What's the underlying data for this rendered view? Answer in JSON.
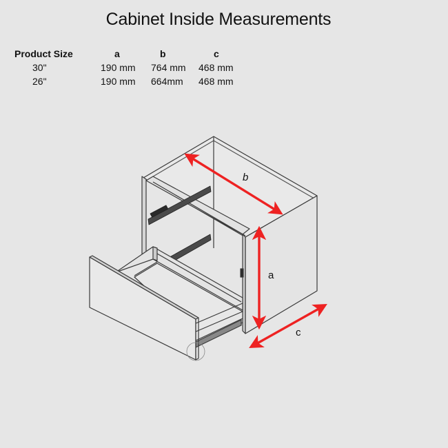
{
  "title": "Cabinet Inside Measurements",
  "table": {
    "headers": {
      "product_size": "Product Size",
      "a": "a",
      "b": "b",
      "c": "c"
    },
    "rows": [
      {
        "size": "30\"",
        "a": "190 mm",
        "b": "764 mm",
        "c": "468 mm"
      },
      {
        "size": "26\"",
        "a": "190 mm",
        "b": "664mm",
        "c": "468 mm"
      }
    ]
  },
  "diagram": {
    "labels": {
      "a": "a",
      "b": "b",
      "c": "c"
    },
    "colors": {
      "arrow": "#ee2222",
      "line": "#333333",
      "panel": "#e8e8e8",
      "background": "#e6e6e6"
    }
  }
}
